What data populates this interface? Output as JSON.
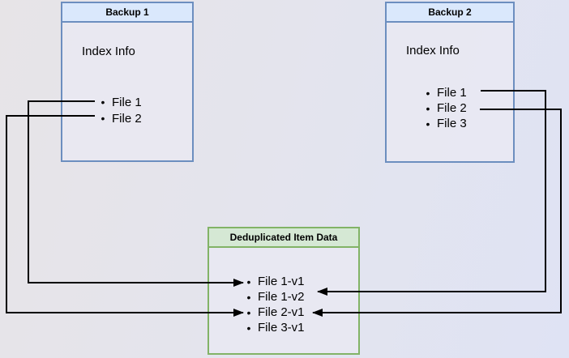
{
  "bullet": "•",
  "colors": {
    "blue_header": "#dae8fc",
    "blue_border": "#6c8ebf",
    "green_header": "#d5e8d4",
    "green_border": "#82b366",
    "edge": "#000000"
  },
  "boxes": {
    "backup1": {
      "title": "Backup 1",
      "label": "Index Info",
      "items": [
        "File 1",
        "File 2"
      ]
    },
    "backup2": {
      "title": "Backup 2",
      "label": "Index Info",
      "items": [
        "File 1",
        "File 2",
        "File 3"
      ]
    },
    "dedup": {
      "title": "Deduplicated Item Data",
      "items": [
        "File 1-v1",
        "File 1-v2",
        "File 2-v1",
        "File 3-v1"
      ]
    }
  },
  "edges": [
    {
      "from": "Backup 1 / File 1",
      "to": "Deduplicated Item Data / File 1-v1"
    },
    {
      "from": "Backup 1 / File 2",
      "to": "Deduplicated Item Data / File 2-v1"
    },
    {
      "from": "Backup 2 / File 1",
      "to": "Deduplicated Item Data / File 1-v2"
    },
    {
      "from": "Backup 2 / File 2",
      "to": "Deduplicated Item Data / File 2-v1"
    }
  ]
}
